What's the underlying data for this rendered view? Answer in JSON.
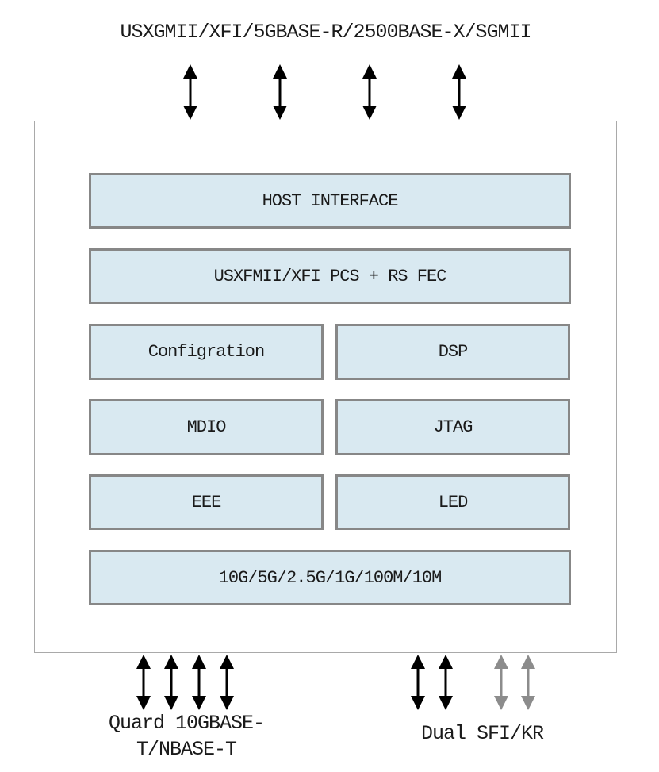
{
  "diagram": {
    "top_label": "USXGMII/XFI/5GBASE-R/2500BASE-X/SGMII",
    "blocks": {
      "host_interface": "HOST INTERFACE",
      "pcs_fec": "USXFMII/XFI PCS + RS FEC",
      "configuration": "Configration",
      "dsp": "DSP",
      "mdio": "MDIO",
      "jtag": "JTAG",
      "eee": "EEE",
      "led": "LED",
      "speeds": "10G/5G/2.5G/1G/100M/10M"
    },
    "bottom_labels": {
      "left_line1": "Quard 10GBASE-",
      "left_line2": "T/NBASE-T",
      "right": "Dual SFI/KR"
    },
    "colors": {
      "block_fill": "#d9e9f1",
      "block_border": "#878787",
      "outer_border": "#a9a9a9",
      "arrow_black": "#000000",
      "arrow_gray": "#8c8c8c"
    },
    "arrow_groups": {
      "top": {
        "count": 4,
        "color": "arrow_black"
      },
      "bottom_left": {
        "count": 4,
        "color": "arrow_black"
      },
      "bottom_right_black": {
        "count": 2,
        "color": "arrow_black"
      },
      "bottom_right_gray": {
        "count": 2,
        "color": "arrow_gray"
      }
    }
  }
}
